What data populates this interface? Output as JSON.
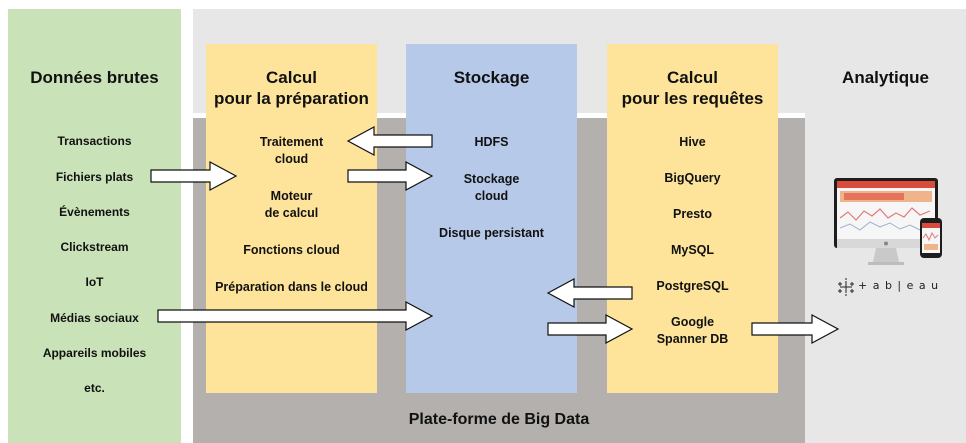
{
  "colors": {
    "raw_data_bg": "#c9e2b8",
    "analytics_bg": "#e7e7e7",
    "platform_bg": "#b3b0ad",
    "compute_bg": "#fde49a",
    "storage_bg": "#b6c9e8"
  },
  "columns": {
    "raw_data": {
      "title": "Données brutes",
      "items": [
        "Transactions",
        "Fichiers plats",
        "Évènements",
        "Clickstream",
        "IoT",
        "Médias sociaux",
        "Appareils mobiles",
        "etc."
      ]
    },
    "prep": {
      "title_line1": "Calcul",
      "title_line2": "pour la préparation",
      "items": [
        {
          "l1": "Traitement",
          "l2": "cloud"
        },
        {
          "l1": "Moteur",
          "l2": "de calcul"
        },
        {
          "l1": "Fonctions cloud",
          "l2": ""
        },
        {
          "l1": "Préparation dans le cloud",
          "l2": ""
        }
      ]
    },
    "storage": {
      "title": "Stockage",
      "items": [
        {
          "l1": "HDFS",
          "l2": ""
        },
        {
          "l1": "Stockage",
          "l2": "cloud"
        },
        {
          "l1": "Disque persistant",
          "l2": ""
        }
      ]
    },
    "query": {
      "title_line1": "Calcul",
      "title_line2": "pour les requêtes",
      "items": [
        {
          "l1": "Hive",
          "l2": ""
        },
        {
          "l1": "BigQuery",
          "l2": ""
        },
        {
          "l1": "Presto",
          "l2": ""
        },
        {
          "l1": "MySQL",
          "l2": ""
        },
        {
          "l1": "PostgreSQL",
          "l2": ""
        },
        {
          "l1": "Google",
          "l2": "Spanner DB"
        }
      ]
    },
    "analytics": {
      "title": "Analytique",
      "logo_text": "+ a b | e a u"
    }
  },
  "platform_label": "Plate-forme de Big Data",
  "icons": {
    "arrow": "block-arrow-icon",
    "device": "dashboard-devices-icon",
    "logo": "tableau-logo-icon"
  }
}
